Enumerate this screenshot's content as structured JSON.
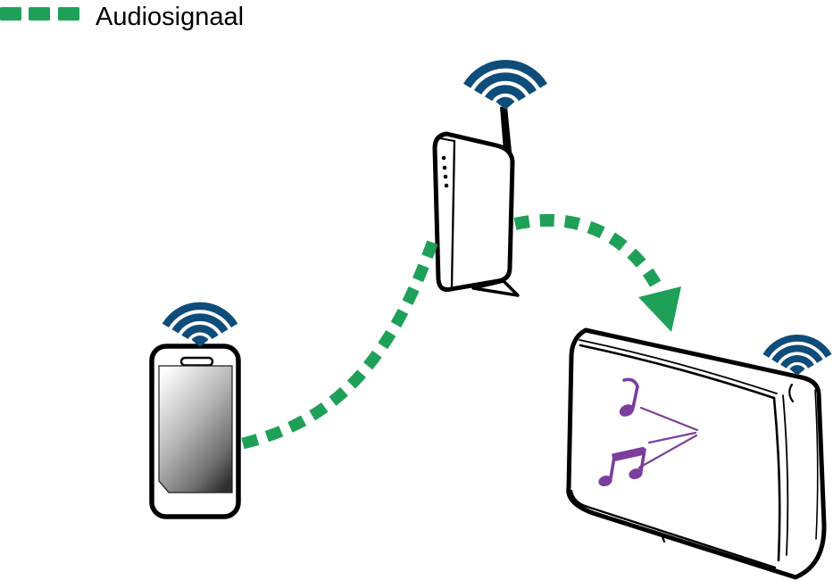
{
  "legend": {
    "label": "Audiosignaal"
  },
  "colors": {
    "signal-green": "#1FA058",
    "wifi-blue": "#0E4C7A",
    "note-purple": "#7B3E9D",
    "line-black": "#000000"
  },
  "diagram": {
    "nodes": [
      {
        "id": "smartphone",
        "kind": "smartphone",
        "wifi": true
      },
      {
        "id": "router",
        "kind": "wireless-router",
        "wifi": true,
        "leds": 4
      },
      {
        "id": "speaker",
        "kind": "wireless-speaker",
        "wifi": true,
        "music_notes": 2
      }
    ],
    "edges": [
      {
        "from": "smartphone",
        "to": "router",
        "signal": "Audiosignaal",
        "style": "green-dashed"
      },
      {
        "from": "router",
        "to": "speaker",
        "signal": "Audiosignaal",
        "style": "green-dashed-arrow"
      }
    ]
  }
}
